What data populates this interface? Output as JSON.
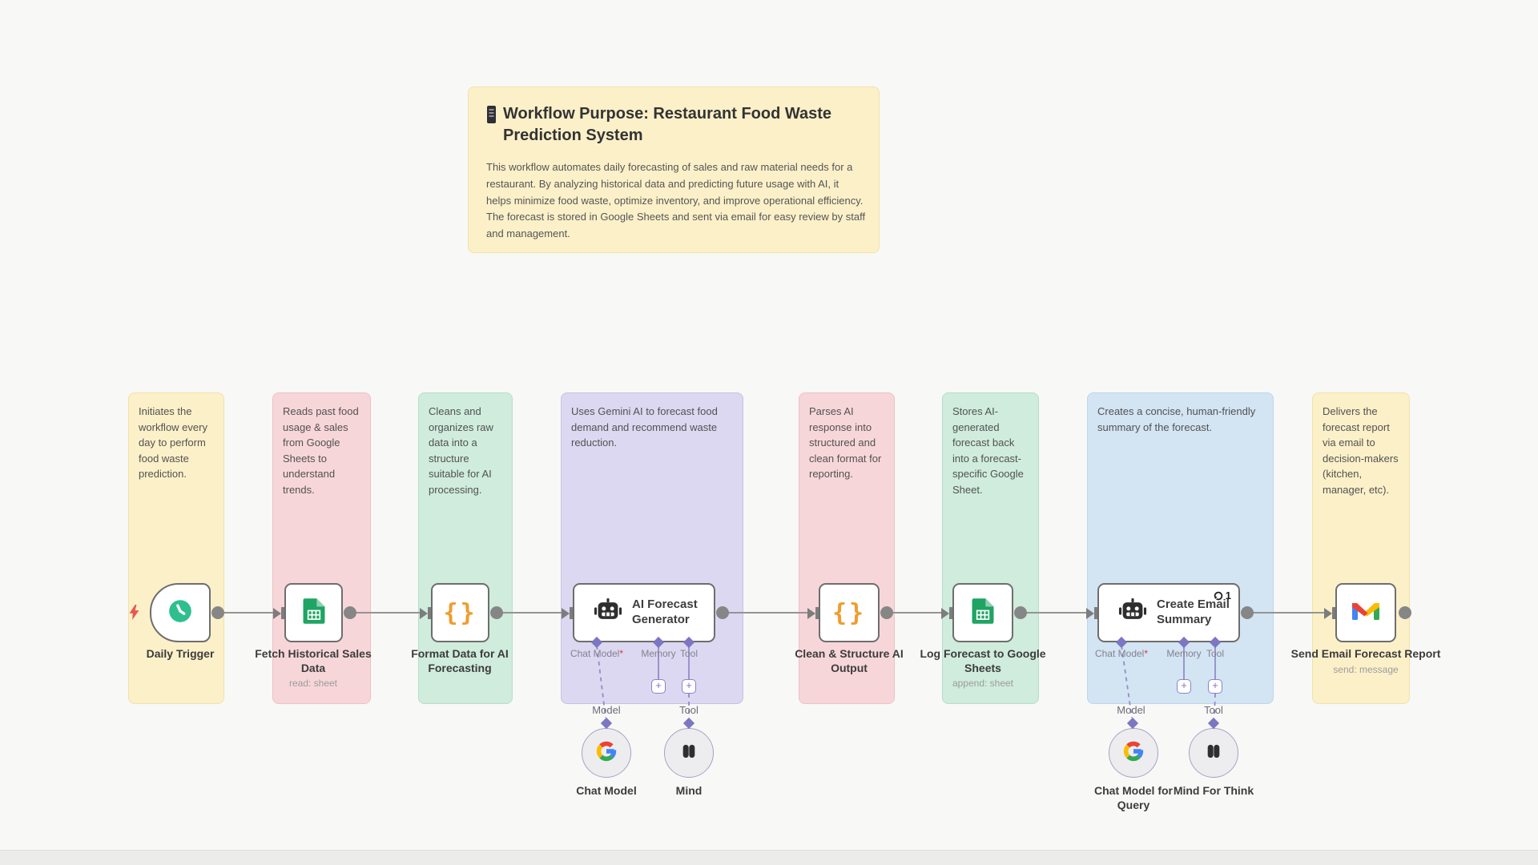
{
  "header_note": {
    "icon": "receipt-icon",
    "title": "Workflow Purpose: Restaurant Food Waste Prediction System",
    "body": "This workflow automates daily forecasting of sales and raw material needs for a restaurant. By analyzing historical data and predicting future usage with AI, it helps minimize food waste, optimize inventory, and improve operational efficiency. The forecast is stored in Google Sheets and sent via email for easy review by staff and management."
  },
  "notes": [
    {
      "color": "yellow",
      "text": "Initiates the workflow every day to perform food waste prediction."
    },
    {
      "color": "pink",
      "text": "Reads past food usage & sales from Google Sheets to understand trends."
    },
    {
      "color": "green",
      "text": "Cleans and organizes raw data into a structure suitable for AI processing."
    },
    {
      "color": "purple",
      "text": "Uses Gemini AI to forecast food demand and recommend waste reduction."
    },
    {
      "color": "pink",
      "text": "Parses AI response into structured and clean format for reporting."
    },
    {
      "color": "green",
      "text": "Stores AI-generated forecast back into a forecast-specific Google Sheet."
    },
    {
      "color": "blue",
      "text": "Creates a concise, human-friendly summary of the forecast."
    },
    {
      "color": "yellow",
      "text": "Delivers the forecast report via email to decision-makers (kitchen, manager, etc)."
    }
  ],
  "nodes": [
    {
      "label": "Daily Trigger",
      "icon": "clock-icon"
    },
    {
      "label": "Fetch Historical Sales Data",
      "subtitle": "read: sheet",
      "icon": "google-sheets-icon"
    },
    {
      "label": "Format Data for AI Forecasting",
      "icon": "code-braces-icon"
    },
    {
      "label": "AI Forecast Generator",
      "icon": "robot-icon"
    },
    {
      "label": "Clean & Structure AI Output",
      "icon": "code-braces-icon"
    },
    {
      "label": "Log Forecast to Google Sheets",
      "subtitle": "append: sheet",
      "icon": "google-sheets-icon"
    },
    {
      "label": "Create Email Summary",
      "icon": "robot-icon",
      "badge_count": "1"
    },
    {
      "label": "Send Email Forecast Report",
      "subtitle": "send: message",
      "icon": "gmail-icon"
    }
  ],
  "icons": {
    "code_glyph": "{}"
  },
  "ports": {
    "chat_model": "Chat Model",
    "required": "*",
    "memory": "Memory",
    "tool": "Tool",
    "model": "Model"
  },
  "sub_nodes": [
    {
      "label": "Chat Model",
      "icon": "google-g-icon"
    },
    {
      "label": "Mind",
      "icon": "brain-icon"
    },
    {
      "label": "Chat Model for Query",
      "icon": "google-g-icon"
    },
    {
      "label": "Mind For Think",
      "icon": "brain-icon"
    }
  ],
  "colors": {
    "canvas": "#f8f8f6",
    "note_yellow": "#fcf0c9",
    "note_pink": "#f7d6d9",
    "note_green": "#cfecdc",
    "note_purple": "#dcd8f1",
    "note_blue": "#d3e4f3",
    "node_border": "#6e6e6e",
    "line_gray": "#949494",
    "accent_purple": "#7d76c2",
    "trigger_green": "#2fbf8f",
    "sheets_green": "#20a464",
    "brace_orange": "#ee9d2f",
    "bolt_red": "#e25a4f",
    "google_blue": "#4285f4",
    "google_red": "#ea4335",
    "google_yellow": "#fbbc04",
    "google_green": "#34a853"
  }
}
